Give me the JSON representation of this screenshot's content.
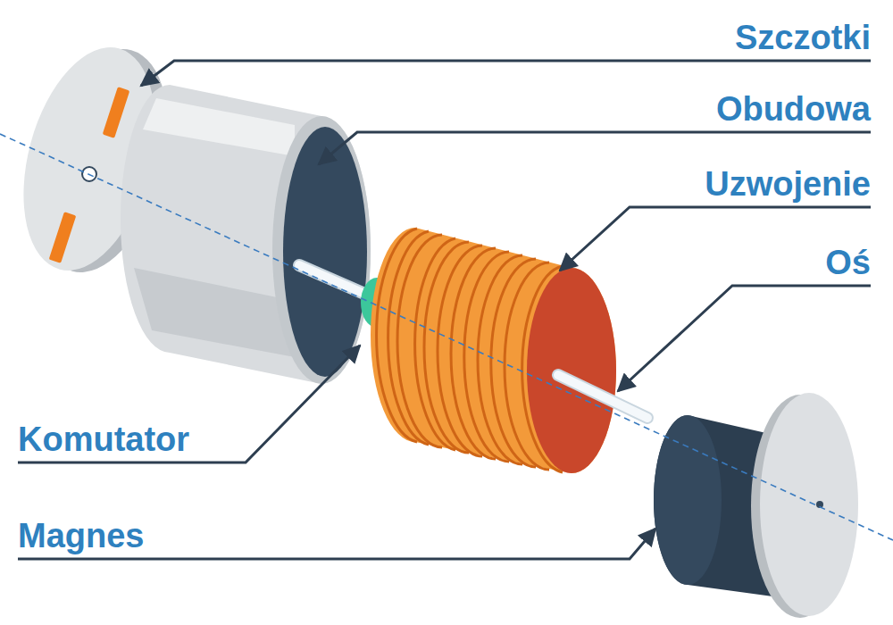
{
  "diagram": {
    "labels": [
      "Szczotki",
      "Obudowa",
      "Uzwojenie",
      "Oś",
      "Komutator",
      "Magnes"
    ]
  }
}
